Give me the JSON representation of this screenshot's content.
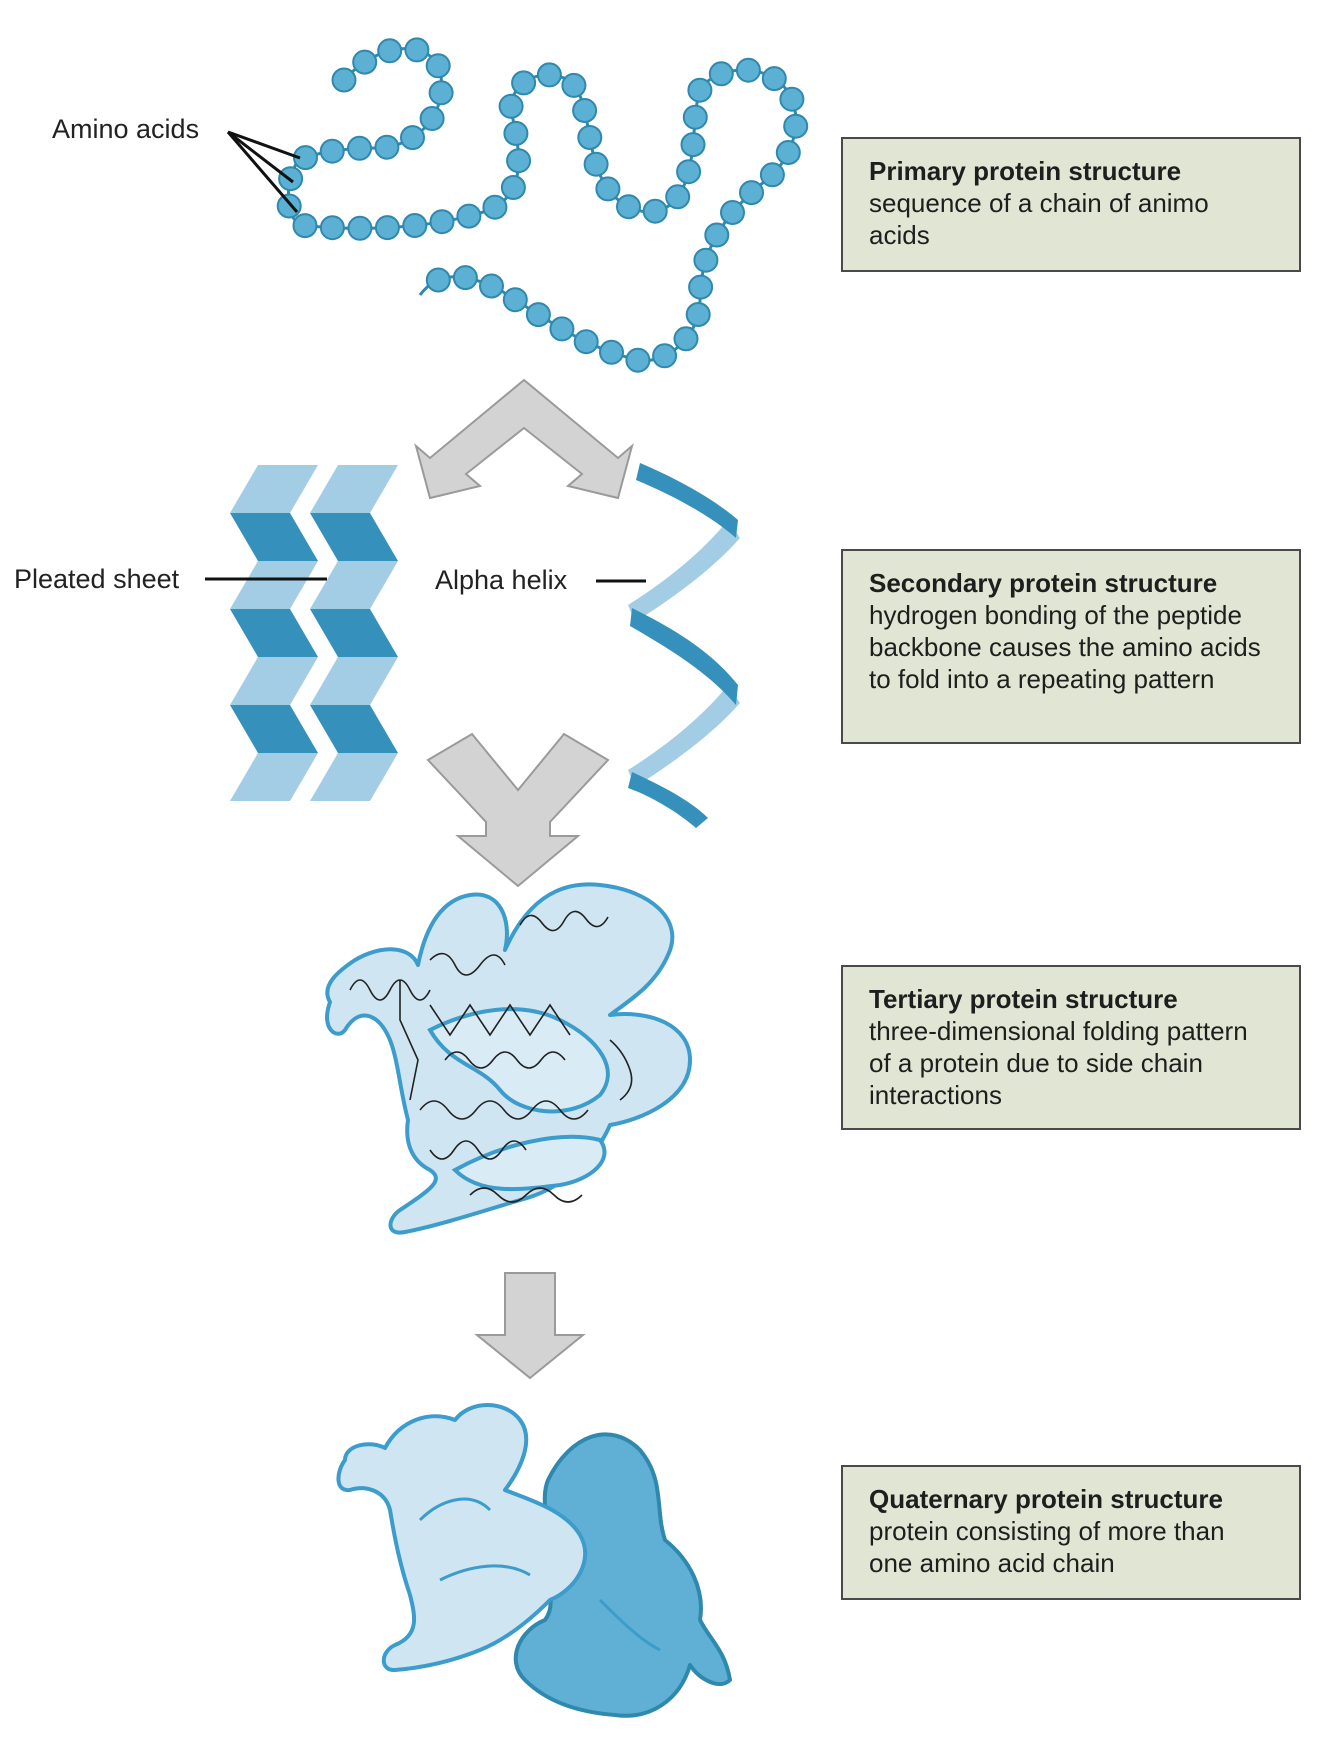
{
  "labels": {
    "amino_acids": "Amino acids",
    "pleated_sheet": "Pleated sheet",
    "alpha_helix": "Alpha helix"
  },
  "stages": [
    {
      "title": "Primary protein structure",
      "description": "sequence of a chain of animo acids"
    },
    {
      "title": "Secondary protein structure",
      "description": "hydrogen bonding of the peptide backbone causes the amino acids to fold into a repeating pattern"
    },
    {
      "title": "Tertiary protein structure",
      "description": "three-dimensional folding pattern of a protein due to side chain interactions"
    },
    {
      "title": "Quaternary protein structure",
      "description": "protein consisting of more than one amino acid chain"
    }
  ],
  "colors": {
    "bead": "#5bb0d3",
    "bead_stroke": "#2f88ae",
    "dark_blue": "#3590bc",
    "light_blue": "#a3cde4",
    "pale_blue": "#cfe5f2",
    "arrow_gray": "#d3d3d3",
    "box_fill": "#e1e6d4"
  }
}
